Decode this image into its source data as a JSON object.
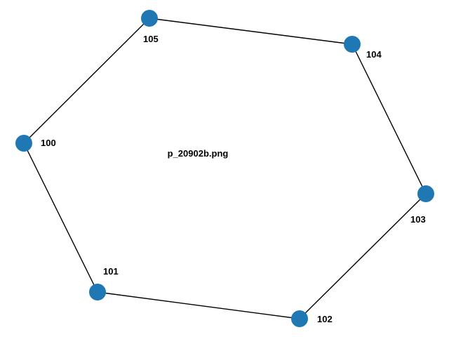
{
  "caption": "p_20902b.png",
  "colors": {
    "node": "#1f77b4",
    "edge": "#000000",
    "label": "#000000",
    "background": "#ffffff"
  },
  "nodes": [
    {
      "id": "100",
      "label": "100"
    },
    {
      "id": "101",
      "label": "101"
    },
    {
      "id": "102",
      "label": "102"
    },
    {
      "id": "103",
      "label": "103"
    },
    {
      "id": "104",
      "label": "104"
    },
    {
      "id": "105",
      "label": "105"
    }
  ],
  "edges": [
    {
      "source": "100",
      "target": "105"
    },
    {
      "source": "105",
      "target": "104"
    },
    {
      "source": "104",
      "target": "103"
    },
    {
      "source": "103",
      "target": "102"
    },
    {
      "source": "102",
      "target": "101"
    },
    {
      "source": "101",
      "target": "100"
    }
  ]
}
